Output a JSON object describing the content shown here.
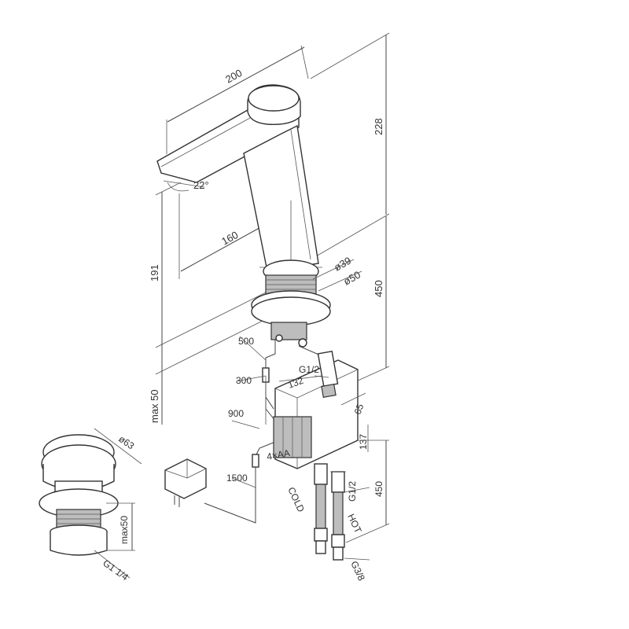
{
  "dimensions": {
    "spout_length": "200",
    "height_top": "228",
    "angle": "22°",
    "reach": "160",
    "height_mid": "191",
    "hole_diameter": "ø39",
    "base_diameter": "ø50",
    "total_height": "450",
    "max_thickness": "max 50",
    "cable_500": "500",
    "cable_300": "300",
    "cable_900": "900",
    "cable_1500": "1500",
    "thread_top": "G1/2",
    "box_width": "132",
    "box_depth": "65",
    "box_height": "137",
    "batteries": "4×AA",
    "thread_hose": "G1/2",
    "hose_length": "450",
    "cold_label": "COLD",
    "hot_label": "HOT",
    "thread_bottom": "G3/8",
    "drain_diameter": "ø63",
    "drain_max": "max50",
    "drain_thread": "G1 1/4"
  },
  "colors": {
    "line": "#444444",
    "fill_dark": "#bdbdbd"
  }
}
